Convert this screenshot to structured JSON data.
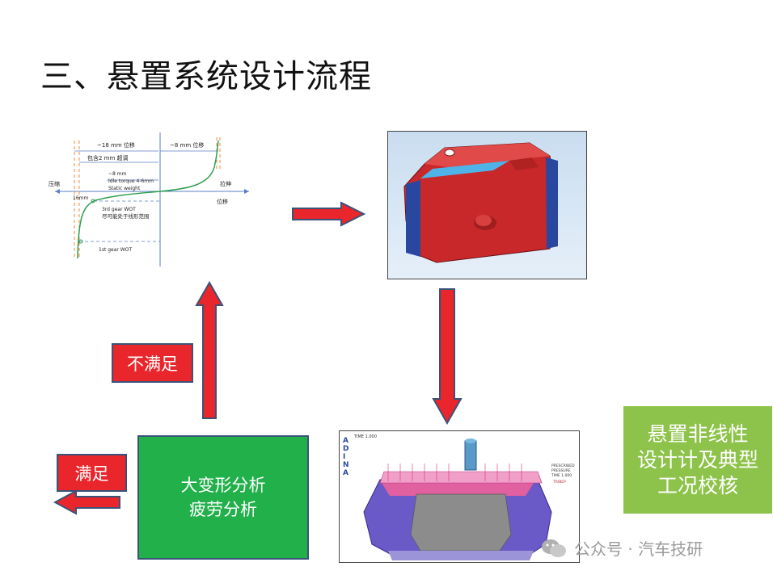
{
  "title": "三、悬置系统设计流程",
  "chart": {
    "top_left_label": "~18 mm 位移",
    "top_right_label": "~8 mm 位移",
    "overtravel_label": "包含2 mm 超调",
    "compress_label": "压缩",
    "tension_label": "拉伸",
    "disp_label": "位移",
    "idle_line1": "~8 mm",
    "idle_line2": "Idle torque 4-6mm",
    "idle_line3": "Static weight",
    "left_mm": "16mm",
    "gear3_line1": "3rd gear WOT",
    "gear3_line2": "尽可能处于线形范围",
    "gear1": "1st gear WOT"
  },
  "boxes": {
    "not_satisfied": "不满足",
    "satisfied": "满足",
    "analysis_line1": "大变形分析",
    "analysis_line2": "疲劳分析",
    "side_line1": "悬置非线性",
    "side_line2": "设计计及典型",
    "side_line3": "工况校核"
  },
  "fea": {
    "brand": "ADINA",
    "header": "TIME 1.000",
    "legend": "PRESCRIBED PRESSURE TIME 1.000",
    "legend2": "TRIBEP"
  },
  "watermark": "公众号 · 汽车技研",
  "colors": {
    "arrow_red": "#e8262c",
    "arrow_border": "#3a5378",
    "green": "#22b04b",
    "lightgreen": "#8dc34a"
  }
}
